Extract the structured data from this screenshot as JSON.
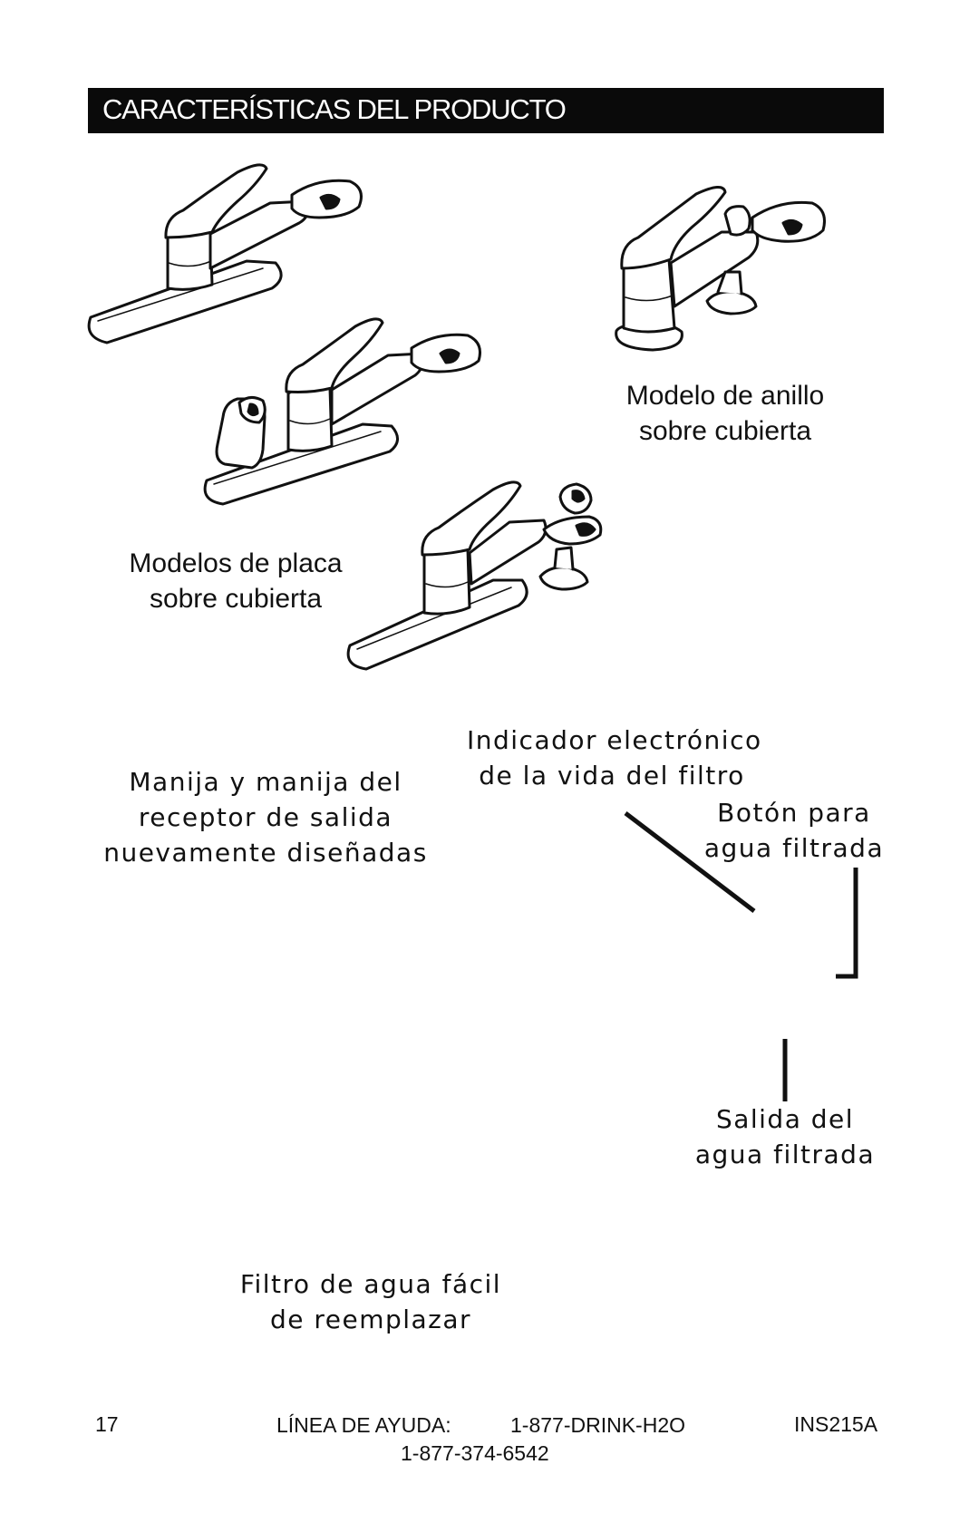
{
  "header": {
    "title": "CARACTERÍSTICAS DEL PRODUCTO"
  },
  "captions": {
    "ring_model": [
      "Modelo de anillo",
      "sobre cubierta"
    ],
    "plate_models": [
      "Modelos de placa",
      "sobre cubierta"
    ],
    "handle": [
      "Manija y manija del",
      "receptor de salida",
      "nuevamente diseñadas"
    ],
    "indicator": [
      "Indicador electrónico",
      "de la vida del filtro"
    ],
    "button": [
      "Botón para",
      "agua filtrada"
    ],
    "outlet": [
      "Salida del",
      "agua filtrada"
    ],
    "filter": [
      "Filtro de agua fácil",
      "de reemplazar"
    ]
  },
  "footer": {
    "page_number": "17",
    "helpline_label": "LÍNEA DE AYUDA:",
    "helpline_word_number": "1-877-DRINK-H2O",
    "helpline_number": "1-877-374-6542",
    "doc_code": "INS215A"
  },
  "icons": [
    "faucet-ring-model-icon",
    "faucet-plate-model-icon",
    "faucet-plate-sprayer-model-icon",
    "faucet-plate-sprayer-right-model-icon"
  ]
}
